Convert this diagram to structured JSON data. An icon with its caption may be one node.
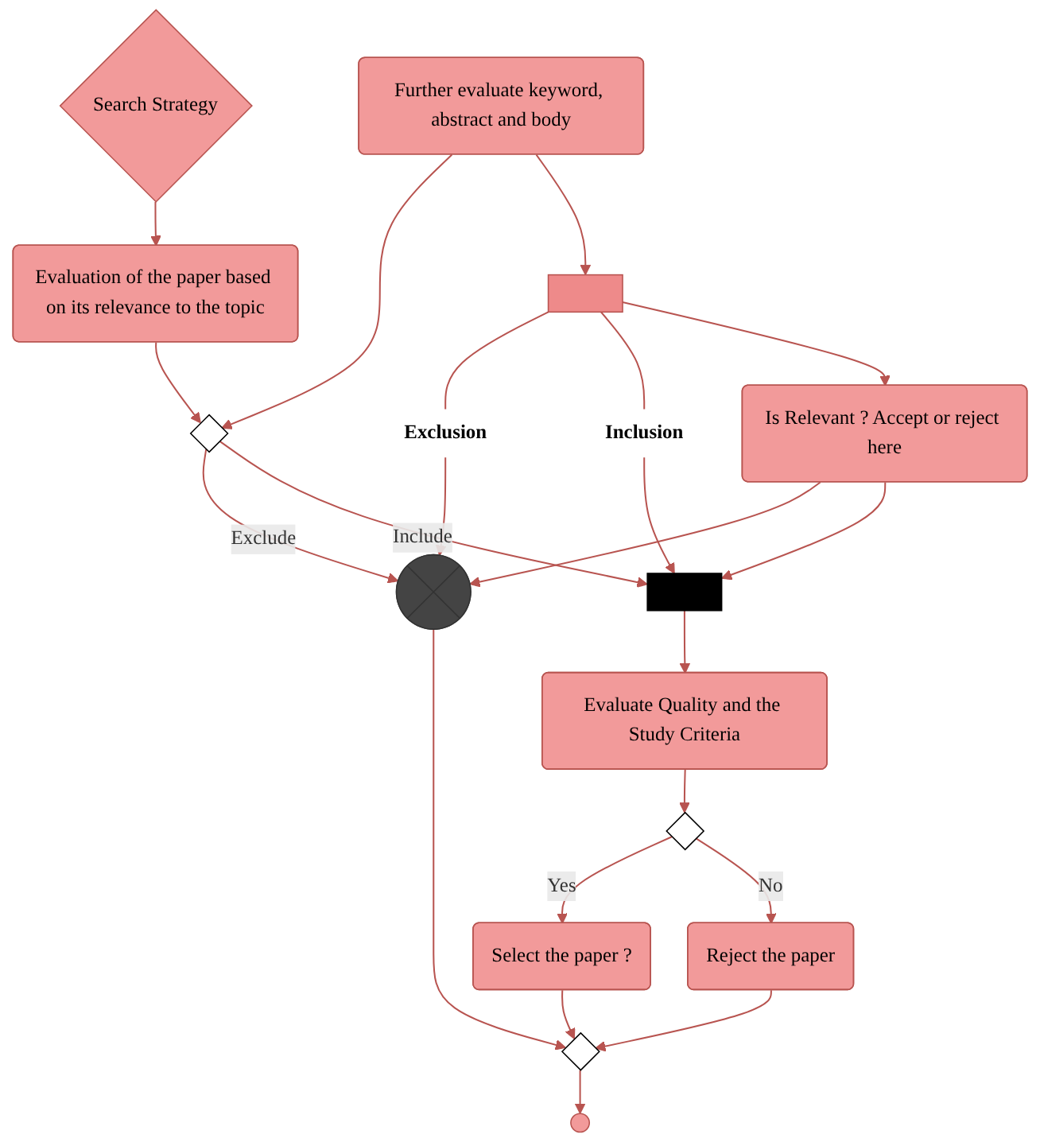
{
  "diagram": {
    "nodes": [
      {
        "text": [
          "Search Strategy"
        ]
      },
      {
        "text": [
          "Evaluation of the paper based on its relevance to the topic"
        ]
      },
      {
        "text": [],
        "shape": "diamond"
      },
      {
        "text": [
          "Further evaluate keyword, abstract and body"
        ]
      },
      {
        "text": [],
        "shape": "cross"
      },
      {
        "text": [
          "Exclusion"
        ]
      },
      {
        "text": [
          "Inclusion"
        ]
      },
      {
        "text": [],
        "shape": "circle"
      },
      {
        "text": [
          "Is Relevant ? Accept or reject here"
        ]
      },
      {
        "text": [],
        "shape": "cross"
      },
      {
        "text": [
          "Evaluate Quality and the Study Criteria"
        ]
      },
      {
        "text": [],
        "shape": "circle"
      },
      {
        "text": [],
        "shape": "diamond"
      },
      {
        "text": [
          "Select the paper ?"
        ]
      },
      {
        "text": [],
        "shape": "diamond"
      },
      {
        "text": [
          "Reject the paper"
        ]
      }
    ],
    "edges": [
      {
        "from": 0,
        "to": 1,
        "arrow": "to"
      },
      {
        "from": 1,
        "to": 2,
        "arrow": "to"
      },
      {
        "from": 3,
        "to": 2,
        "arrow": "to"
      },
      {
        "from": 2,
        "to": 7,
        "arrow": "to",
        "label": "Exclude"
      },
      {
        "from": 2,
        "to": 9,
        "arrow": "to",
        "label": "Include"
      },
      {
        "from": 3,
        "to": 4,
        "arrow": "to"
      },
      {
        "from": 4,
        "to": 5,
        "arrow": "none"
      },
      {
        "from": 4,
        "to": 6,
        "arrow": "none"
      },
      {
        "from": 5,
        "to": 7,
        "arrow": "to"
      },
      {
        "from": 6,
        "to": 9,
        "arrow": "to"
      },
      {
        "from": 4,
        "to": 8,
        "arrow": "to"
      },
      {
        "from": 8,
        "to": 7,
        "arrow": "to"
      },
      {
        "from": 8,
        "to": 9,
        "arrow": "to"
      },
      {
        "from": 9,
        "to": 10,
        "arrow": "to"
      },
      {
        "from": 10,
        "to": 14,
        "arrow": "to"
      },
      {
        "from": 14,
        "to": 13,
        "arrow": "to",
        "label": "Yes"
      },
      {
        "from": 14,
        "to": 15,
        "arrow": "to",
        "label": "No"
      },
      {
        "from": 13,
        "to": 12,
        "arrow": "to"
      },
      {
        "from": 15,
        "to": 12,
        "arrow": "to"
      },
      {
        "from": 7,
        "to": 12,
        "arrow": "to"
      },
      {
        "from": 12,
        "to": 11,
        "arrow": "to"
      }
    ]
  }
}
